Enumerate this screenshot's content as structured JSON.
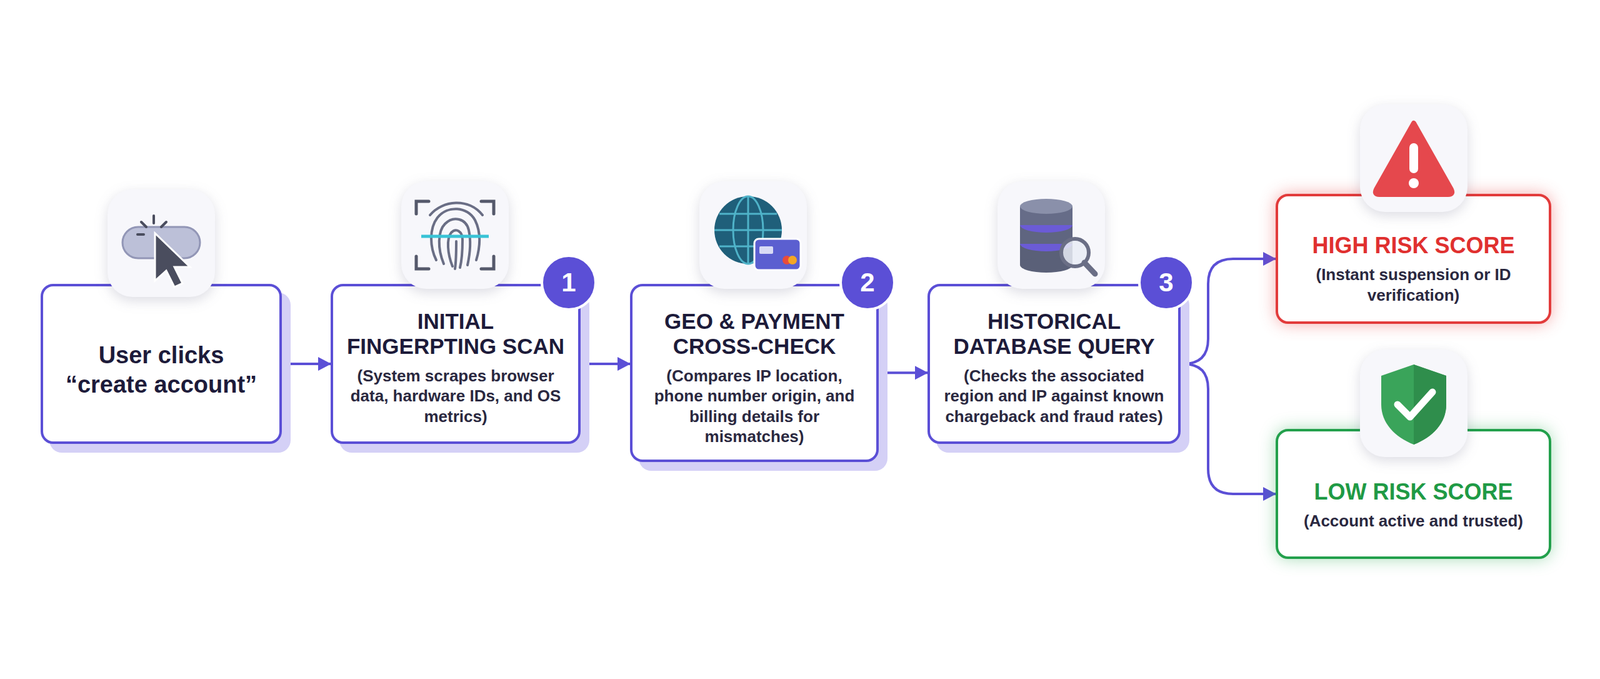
{
  "diagram": {
    "nodes": [
      {
        "text": [
          "User clicks “create account”"
        ]
      },
      {
        "text": [
          "INITIAL FINGERPTING SCAN",
          "(System scrapes browser data, hardware IDs, and OS metrics)"
        ]
      },
      {
        "text": [
          "GEO & PAYMENT CROSS-CHECK",
          "(Compares IP location, phone number origin, and billing details for mismatches)"
        ]
      },
      {
        "text": [
          "HISTORICAL DATABASE QUERY",
          "(Checks the associated region and IP against known chargeback and fraud rates)"
        ]
      },
      {
        "text": [
          "HIGH RISK SCORE",
          "(Instant suspension or ID verification)"
        ]
      },
      {
        "text": [
          "LOW RISK SCORE",
          "(Account active and trusted)"
        ]
      }
    ],
    "edges": [
      {
        "from": 0,
        "to": 1,
        "arrow": "to"
      },
      {
        "from": 1,
        "to": 2,
        "arrow": "to"
      },
      {
        "from": 2,
        "to": 3,
        "arrow": "to"
      },
      {
        "from": 3,
        "to": 4,
        "arrow": "to"
      },
      {
        "from": 3,
        "to": 5,
        "arrow": "to"
      }
    ],
    "labels": [
      "1",
      "2",
      "3"
    ]
  }
}
